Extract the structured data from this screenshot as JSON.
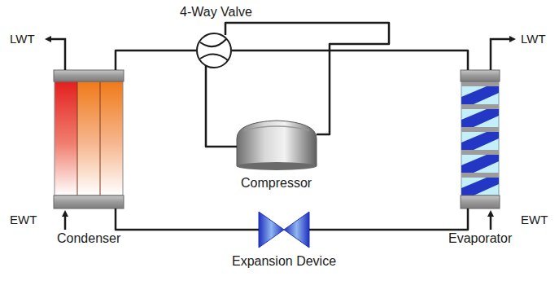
{
  "diagram": {
    "nodes": [
      {
        "text": [
          "4-Way Valve"
        ]
      },
      {
        "text": [
          "Condenser"
        ]
      },
      {
        "text": [
          "Compressor"
        ]
      },
      {
        "text": [
          "Evaporator"
        ]
      },
      {
        "text": [
          "Expansion Device"
        ]
      }
    ],
    "edges": [
      {
        "from": 1,
        "to": 0,
        "arrow": "none"
      },
      {
        "from": 0,
        "to": 2,
        "arrow": "none"
      },
      {
        "from": 2,
        "to": 0,
        "arrow": "none"
      },
      {
        "from": 0,
        "to": 3,
        "arrow": "none"
      },
      {
        "from": 1,
        "to": 4,
        "arrow": "none"
      },
      {
        "from": 4,
        "to": 3,
        "arrow": "none"
      }
    ],
    "labels": [
      "LWT",
      "LWT",
      "EWT",
      "EWT"
    ]
  }
}
